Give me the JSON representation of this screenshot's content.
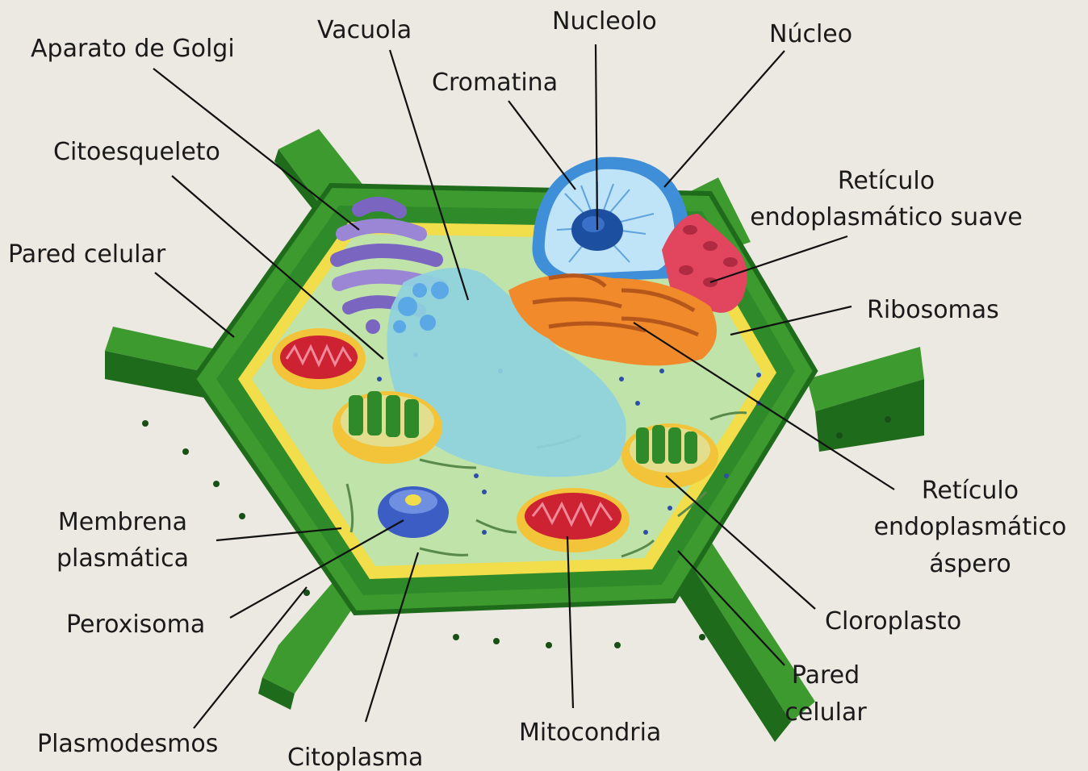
{
  "labels": {
    "golgi": "Aparato de Golgi",
    "vacuola": "Vacuola",
    "nucleolo": "Nucleolo",
    "nucleo": "Núcleo",
    "cromatina": "Cromatina",
    "citoesqueleto": "Citoesqueleto",
    "rel_1": "Retículo",
    "rel_2": "endoplasmático suave",
    "pared_celular_izq": "Pared celular",
    "ribosomas": "Ribosomas",
    "rer_1": "Retículo",
    "rer_2": "endoplasmático",
    "rer_3": "áspero",
    "membrana_1": "Membrena",
    "membrana_2": "plasmática",
    "peroxisoma": "Peroxisoma",
    "cloroplasto": "Cloroplasto",
    "pared_der_1": "Pared",
    "pared_der_2": "celular",
    "plasmodesmos": "Plasmodesmos",
    "citoplasma": "Citoplasma",
    "mitocondria": "Mitocondria"
  },
  "colors": {
    "background": "#ece9e2",
    "cell_wall": "#3d9a2e",
    "cell_wall_dark": "#1f6b1c",
    "membrane": "#f2dd4a",
    "cytoplasm": "#bfe3a8",
    "vacuole": "#8fd3e0",
    "nucleus": "#4fa8e8",
    "nucleolus": "#1d4fa0",
    "golgi": "#9b86d6",
    "smooth_er": "#e2465e",
    "rough_er": "#f08a2a",
    "mitochondria_outer": "#f3c43a",
    "mitochondria_inner": "#cc2231",
    "chloroplast_grana": "#2f8a2a",
    "peroxisome": "#3b5dc4"
  }
}
